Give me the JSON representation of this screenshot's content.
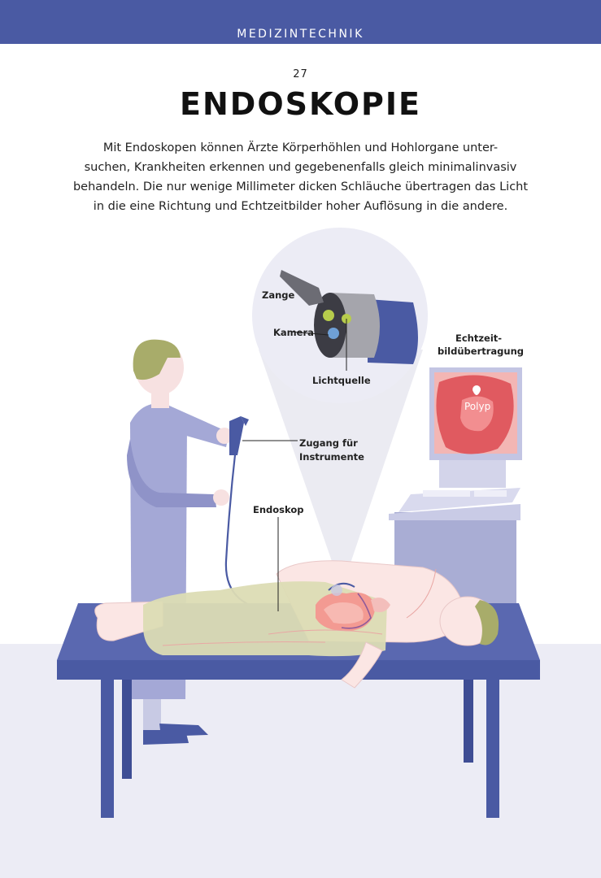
{
  "header": {
    "section": "MEDIZINTECHNIK",
    "page_number": "27",
    "title": "ENDOSKOPIE"
  },
  "intro_lines": [
    "Mit Endoskopen können Ärzte Körperhöhlen und Hohlorgane unter-",
    "suchen, Krankheiten erkennen und gegebenenfalls gleich minimalinvasiv",
    "behandeln. Die nur wenige Millimeter dicken Schläuche übertragen das Licht",
    "in die eine Richtung und Echtzeitbilder hoher Auflösung in die andere."
  ],
  "labels": {
    "zange": "Zange",
    "kamera": "Kamera",
    "lichtquelle": "Lichtquelle",
    "echtzeit_line1": "Echtzeit-",
    "echtzeit_line2": "bildübertragung",
    "polyp": "Polyp",
    "zugang_line1": "Zugang für",
    "zugang_line2": "Instrumente",
    "endoskop": "Endoskop"
  },
  "colors": {
    "brand_blue": "#4a5aa3",
    "floor": "#ececf5",
    "scrubs": "#a4a8d6",
    "skin": "#fbe6e4",
    "screen_red": "#e05a60"
  }
}
